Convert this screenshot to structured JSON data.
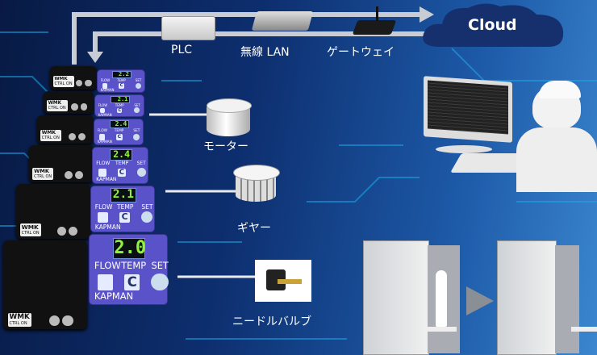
{
  "network": {
    "plc_label": "PLC",
    "wireless_lan_label": "無線 LAN",
    "gateway_label": "ゲートウェイ",
    "cloud_label": "Cloud"
  },
  "components": {
    "motor_label": "モーター",
    "gear_label": "ギヤー",
    "needle_valve_label": "ニードルバルブ"
  },
  "controller": {
    "brand_tag": "WMK",
    "status_tag": "CTRL ON",
    "flow_label": "FLOW",
    "temp_label": "TEMP",
    "set_label": "SET",
    "temp_key": "C",
    "maker": "KAPMAN",
    "displays": [
      "2.2",
      "2.1",
      "2.4",
      "2.4",
      "2.1",
      "2.0"
    ]
  },
  "colors": {
    "line": "#c8ccd4",
    "display_text": "#8ef53a",
    "unit_body": "#5a52c8"
  }
}
